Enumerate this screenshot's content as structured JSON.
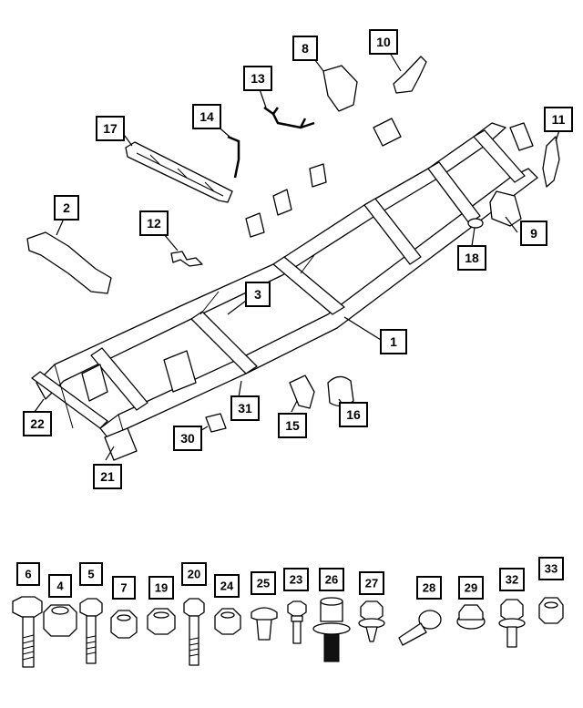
{
  "callouts": {
    "c1": "1",
    "c2": "2",
    "c3": "3",
    "c8": "8",
    "c9": "9",
    "c10": "10",
    "c11": "11",
    "c12": "12",
    "c13": "13",
    "c14": "14",
    "c15": "15",
    "c16": "16",
    "c17": "17",
    "c18": "18",
    "c21": "21",
    "c22": "22",
    "c30": "30",
    "c31": "31"
  },
  "hardware": {
    "h6": "6",
    "h4": "4",
    "h5": "5",
    "h7": "7",
    "h19": "19",
    "h20": "20",
    "h24": "24",
    "h25": "25",
    "h23": "23",
    "h26": "26",
    "h27": "27",
    "h28": "28",
    "h29": "29",
    "h32": "32",
    "h33": "33"
  }
}
